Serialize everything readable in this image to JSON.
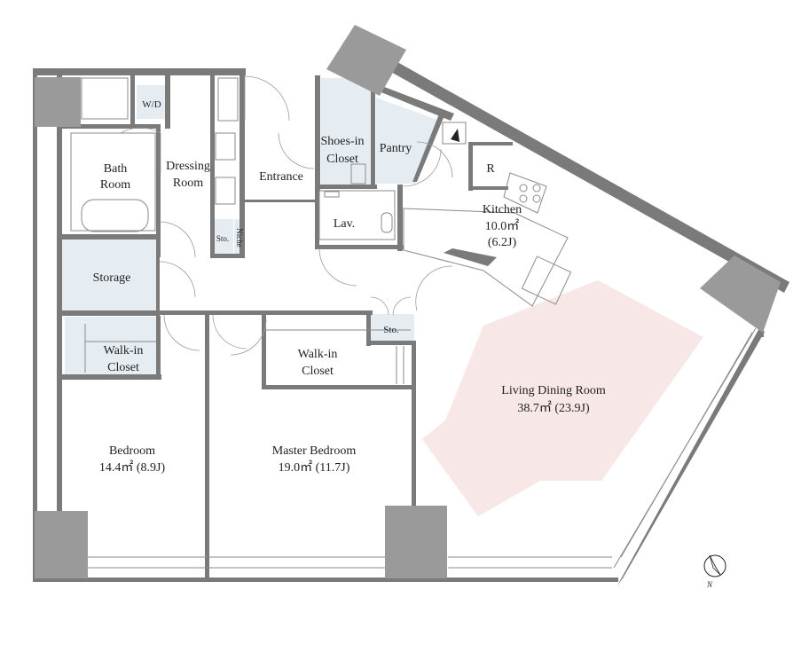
{
  "rooms": {
    "wd": "W/D",
    "bath_1": "Bath",
    "bath_2": "Room",
    "dressing_1": "Dressing",
    "dressing_2": "Room",
    "sto_small": "Sto.",
    "niche": "Niche",
    "entrance": "Entrance",
    "shoes_1": "Shoes-in",
    "shoes_2": "Closet",
    "pantry": "Pantry",
    "refrigerator": "R",
    "kitchen_name": "Kitchen",
    "kitchen_area": "10.0㎡",
    "kitchen_j": "(6.2J)",
    "lav": "Lav.",
    "storage": "Storage",
    "walkin1_1": "Walk-in",
    "walkin1_2": "Closet",
    "walkin2_1": "Walk-in",
    "walkin2_2": "Closet",
    "sto_center": "Sto.",
    "living_name": "Living Dining Room",
    "living_area": "38.7㎡  (23.9J)",
    "bedroom_name": "Bedroom",
    "bedroom_area": "14.4㎡  (8.9J)",
    "master_name": "Master Bedroom",
    "master_area": "19.0㎡  (11.7J)"
  },
  "compass": {
    "label": "N"
  },
  "colors": {
    "wall": "#7a7a7a",
    "column": "#9a9a9a",
    "storage_fill": "#e6edf2",
    "living_highlight": "#f7e7e6"
  }
}
